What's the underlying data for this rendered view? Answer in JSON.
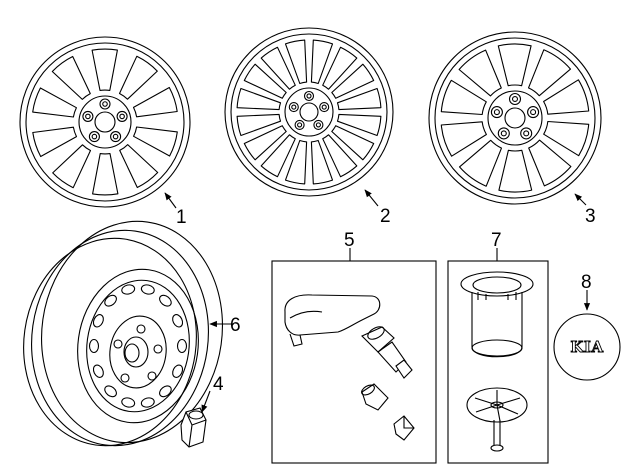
{
  "callouts": [
    {
      "id": "1",
      "label": "1"
    },
    {
      "id": "2",
      "label": "2"
    },
    {
      "id": "3",
      "label": "3"
    },
    {
      "id": "4",
      "label": "4"
    },
    {
      "id": "5",
      "label": "5"
    },
    {
      "id": "6",
      "label": "6"
    },
    {
      "id": "7",
      "label": "7"
    },
    {
      "id": "8",
      "label": "8"
    }
  ],
  "badge": {
    "text": "KIA"
  }
}
